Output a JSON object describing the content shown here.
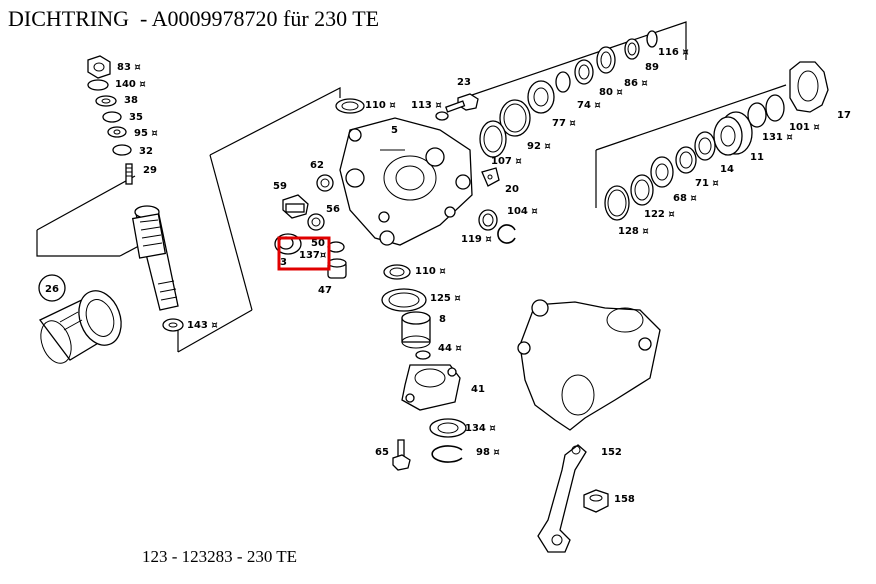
{
  "title": "DICHTRING  - A0009978720 für 230 TE",
  "footer": "123 - 123283 - 230 TE",
  "highlight_color": "#e00000",
  "labels": {
    "p83": "83 ¤",
    "p140": "140 ¤",
    "p38": "38",
    "p35": "35",
    "p95": "95 ¤",
    "p32": "32",
    "p29": "29",
    "p26": "26",
    "p143": "143 ¤",
    "p110a": "110 ¤",
    "p113": "113 ¤",
    "p23": "23",
    "p5": "5",
    "p62": "62",
    "p59": "59",
    "p56": "56",
    "p50": "50",
    "p137": "137¤",
    "p3": "3",
    "p47": "47",
    "p110b": "110 ¤",
    "p125": "125 ¤",
    "p8": "8",
    "p44": "44 ¤",
    "p41": "41",
    "p134": "134 ¤",
    "p98": "98 ¤",
    "p65": "65",
    "p116": "116 ¤",
    "p89": "89",
    "p86": "86 ¤",
    "p80": "80 ¤",
    "p74": "74 ¤",
    "p77": "77 ¤",
    "p92": "92 ¤",
    "p107": "107 ¤",
    "p20": "20",
    "p104": "104 ¤",
    "p119": "119 ¤",
    "p17": "17",
    "p101": "101 ¤",
    "p131": "131 ¤",
    "p11": "11",
    "p14": "14",
    "p71": "71 ¤",
    "p68": "68 ¤",
    "p122": "122 ¤",
    "p128": "128 ¤",
    "p152": "152",
    "p158": "158"
  }
}
